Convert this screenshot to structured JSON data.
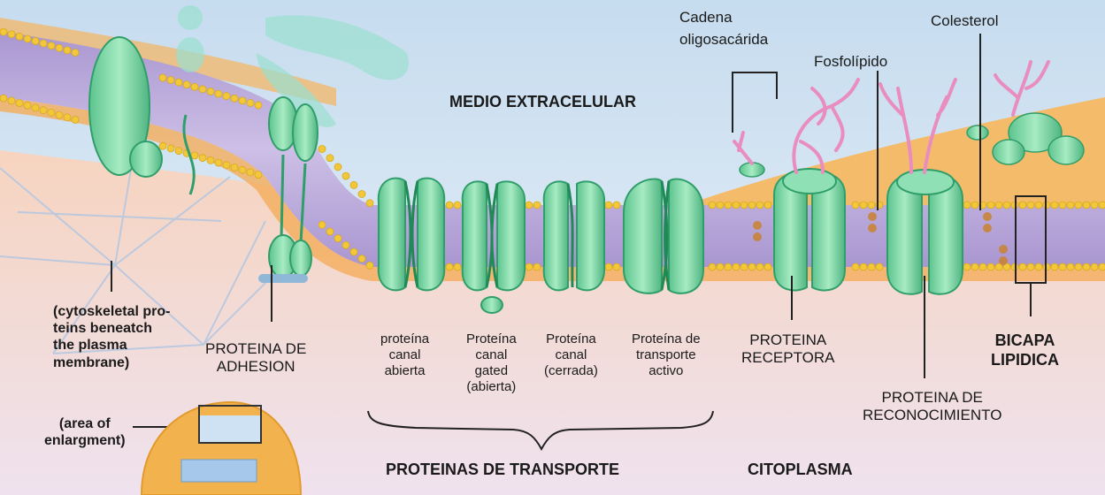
{
  "labels": {
    "extracellular": "MEDIO EXTRACELULAR",
    "cytoplasm": "CITOPLASMA",
    "transport_group": "PROTEINAS DE TRANSPORTE",
    "chain_line1": "Cadena",
    "chain_line2": "oligosacárida",
    "phospholipid": "Fosfolípido",
    "cholesterol": "Colesterol",
    "cytoskeletal": [
      "(cytoskeletal pro-",
      "teins beneatch",
      "the plasma",
      "membrane)"
    ],
    "adhesion": [
      "PROTEINA DE",
      "ADHESION"
    ],
    "open_channel": [
      "proteína",
      "canal",
      "abierta"
    ],
    "gated_channel": [
      "Proteína",
      "canal",
      "gated",
      "(abierta)"
    ],
    "closed_channel": [
      "Proteína",
      "canal",
      "(cerrada)"
    ],
    "active_transport": [
      "Proteína de",
      "transporte",
      "activo"
    ],
    "receptor": [
      "PROTEINA",
      "RECEPTORA"
    ],
    "bilayer": [
      "BICAPA",
      "LIPIDICA"
    ],
    "recognition": [
      "PROTEINA DE",
      "RECONOCIMIENTO"
    ],
    "enlargement": [
      "(area of",
      "enlargment)"
    ]
  },
  "colors": {
    "extracellular_bg": "#dfeaf4",
    "cytoplasm_bg": "#f3d9c8",
    "bilayer_band": "#b9a7d6",
    "lipid_heads": "#f2c83a",
    "protein": "#7fd6a4",
    "protein_dark": "#2f9e6a",
    "glycan": "#e98dbf",
    "cholesterol": "#c8843a",
    "outer_orange": "#f5b45c"
  }
}
